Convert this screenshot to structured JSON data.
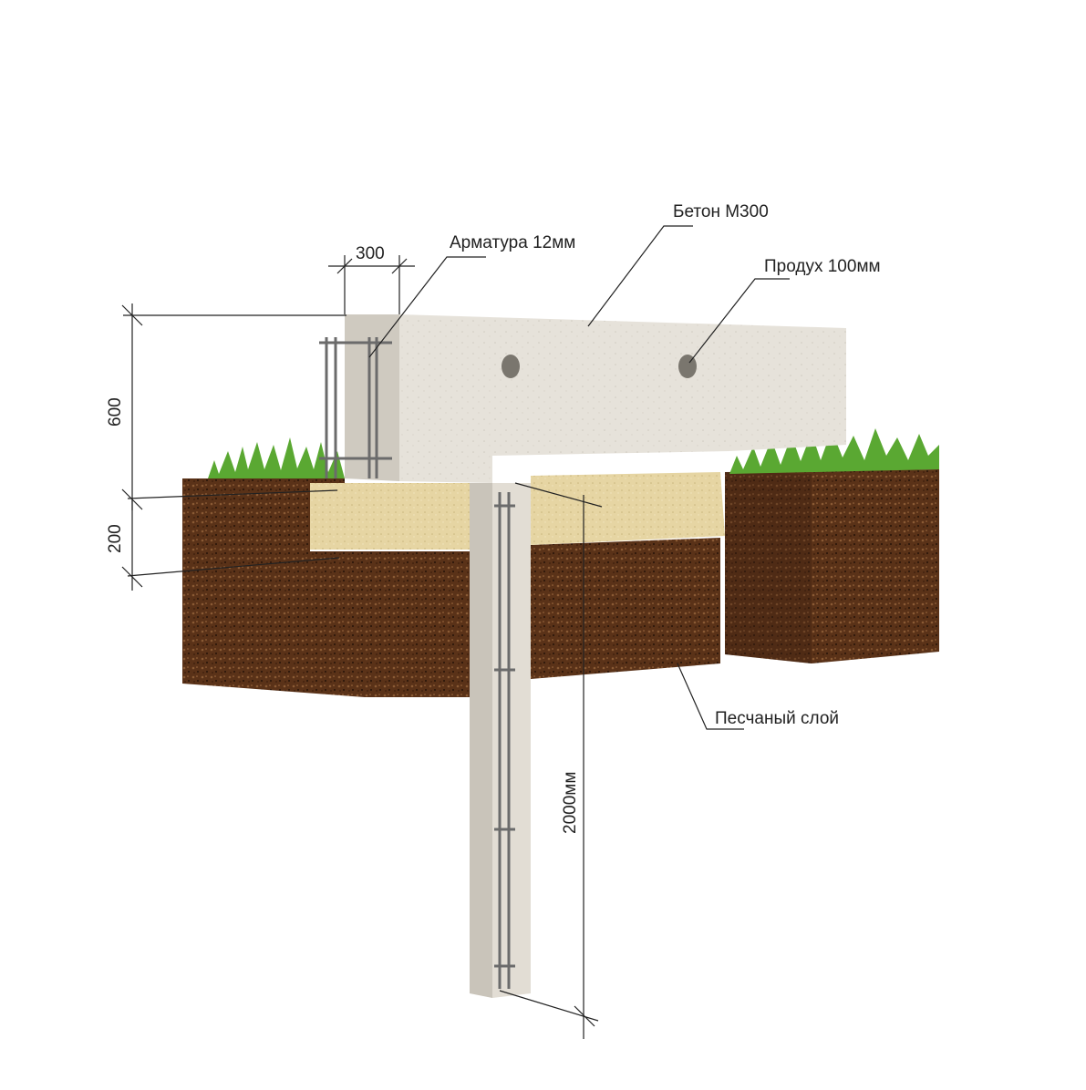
{
  "labels": {
    "concrete": "Бетон М300",
    "rebar": "Арматура 12мм",
    "vent": "Продух 100мм",
    "sand": "Песчаный слой"
  },
  "dimensions": {
    "width": "300",
    "height_wall": "600",
    "height_sand": "200",
    "pile_depth": "2000мм"
  },
  "colors": {
    "concrete": "#e6e2da",
    "concrete_shade": "#cfcac0",
    "soil": "#5a3218",
    "soil_dark": "#3d2010",
    "sand": "#e6d5a3",
    "grass": "#5aa832",
    "rebar": "#6b6b6b",
    "line": "#222222"
  }
}
